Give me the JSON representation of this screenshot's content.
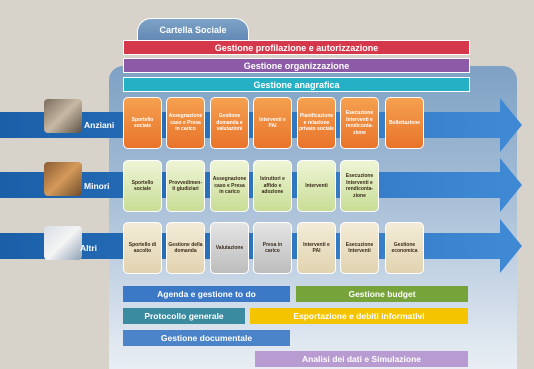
{
  "tab_title": "Cartella Sociale",
  "top_bars": [
    {
      "label": "Gestione profilazione e autorizzazione",
      "color": "#d6384b"
    },
    {
      "label": "Gestione organizzazione",
      "color": "#8c5aa6"
    },
    {
      "label": "Gestione anagrafica",
      "color": "#25b0c5"
    }
  ],
  "rows": [
    {
      "label": "Anziani",
      "boxes": [
        "Sportello sociale",
        "Assegnazione caso e Presa in carico",
        "Gestione domanda e valutazioni",
        "Interventi e PAI",
        "Pianificazione e relazione privato sociale",
        "Esecuzione Interventi e rendiconta-zione",
        "Bollettazione"
      ]
    },
    {
      "label": "Minori",
      "boxes": [
        "Sportello sociale",
        "Provvedimen-ti giudiziari",
        "Assegnazione caso e Presa in carico",
        "Istruttori e affido e adozione",
        "Interventi",
        "Esecuzione Interventi e rendiconta-zione"
      ]
    },
    {
      "label": "Altri",
      "boxes": [
        "Sportello di ascolto",
        "Gestione della domanda",
        "Valutazione",
        "Presa in carico",
        "Interventi e PAI",
        "Esecuzione Interventi",
        "Gestione economica"
      ]
    }
  ],
  "bottom_bars": [
    {
      "label": "Agenda e gestione to do",
      "color": "#3b78c6"
    },
    {
      "label": "Gestione budget",
      "color": "#77a43a"
    },
    {
      "label": "Protocollo generale",
      "color": "#3a8aa0"
    },
    {
      "label": "Esportazione e debiti informativi",
      "color": "#f5c400"
    },
    {
      "label": "Gestione documentale",
      "color": "#4b84c8"
    },
    {
      "label": "Analisi dei dati e Simulazione",
      "color": "#b79bd1"
    }
  ]
}
